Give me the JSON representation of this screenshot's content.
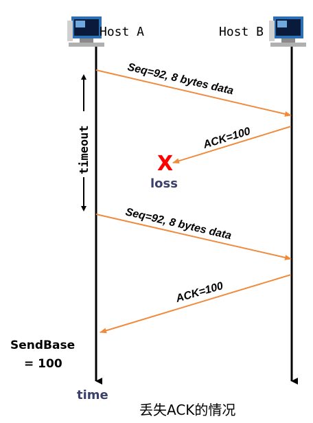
{
  "hosts": {
    "a": "Host A",
    "b": "Host B"
  },
  "messages": {
    "seq1": "Seq=92, 8 bytes data",
    "ack1": "ACK=100",
    "seq2": "Seq=92, 8 bytes data",
    "ack2": "ACK=100"
  },
  "loss": {
    "mark": "X",
    "label": "loss"
  },
  "timeout": "timeout",
  "sendbase": {
    "line1": "SendBase",
    "line2": "= 100"
  },
  "time_label": "time",
  "caption": "丢失ACK的情况",
  "colors": {
    "arrow": "#f08a3c",
    "loss_mark": "#ff0000",
    "accent_text": "#3a3f6b"
  },
  "icons": [
    "computer-icon",
    "computer-icon"
  ]
}
